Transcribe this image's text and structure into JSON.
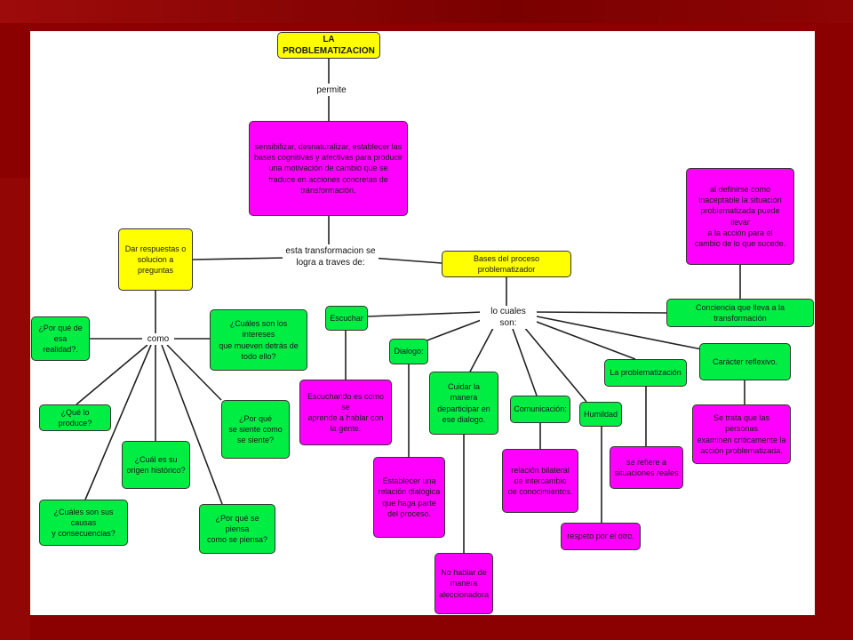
{
  "title": "LA PROBLEMATIZACION",
  "links": {
    "permite": "permite",
    "transformacion": "esta transformacion se\nlogra a traves de:",
    "cuales": "lo cuales son:",
    "como": "como"
  },
  "nodes": {
    "definicion": "sensibilizar, desnaturalizar, establecer las\nbases cognitivas y afectivas para producir\nuna motivación de cambio que se\ntraduce en acciones concretas de\ntransformación.",
    "respuestas": "Dar respuestas o\nsolucion a\npreguntas",
    "bases": "Bases del proceso problematizador",
    "definirse": "al definirse como\ninaceptable la situación\nproblematizada puede llevar\na la acción para el\ncambio de lo que sucede.",
    "conciencia": "Conciencia que lleva a la transformación",
    "por_que_realidad": "¿Por qué de\nesa realidad?.",
    "intereses": "¿Cuáles son los intereses\nque mueven detrás de\ntodo ello?",
    "produce": "¿Qué lo produce?",
    "siente": "¿Por qué\nse siente como\nse siente?",
    "origen": "¿Cuál es su\norigen histórico?",
    "causas": "¿Cuáles son sus causas\ny consecuencias?",
    "piensa": "¿Por qué se piensa\ncomo se piensa?",
    "escuchar": "Escuchar",
    "escuchando": "Escuchando es como se\naprende a hablar con\nla gente.",
    "dialogo": "Dialogo:",
    "relacion_dialogica": "Establecer una\nrelación dialógica\nque haga parte\ndel proceso.",
    "cuidar": "Cuidar la manera\ndeparticipar en\nese dialogo.",
    "no_hablar": "No hablar de\nmanera\naleccionadora",
    "comunicacion": "Comunicación:",
    "bilateral": "relación bilateral\nde intercambio\nde conocimientos.",
    "humildad": "Humildad",
    "respeto": "respeto por el otro.",
    "la_problematizacion": "La problematización",
    "situaciones": "se refiere a\nsituaciones reales",
    "reflexivo": "Carácter reflexivo.",
    "examinen": "Se trata que las personas\nexaminen críticamente la\nacción problematizada."
  },
  "colors": {
    "yellow": "#ffff00",
    "magenta": "#ff00ff",
    "green": "#00ee44",
    "frame": "#8b0000"
  }
}
